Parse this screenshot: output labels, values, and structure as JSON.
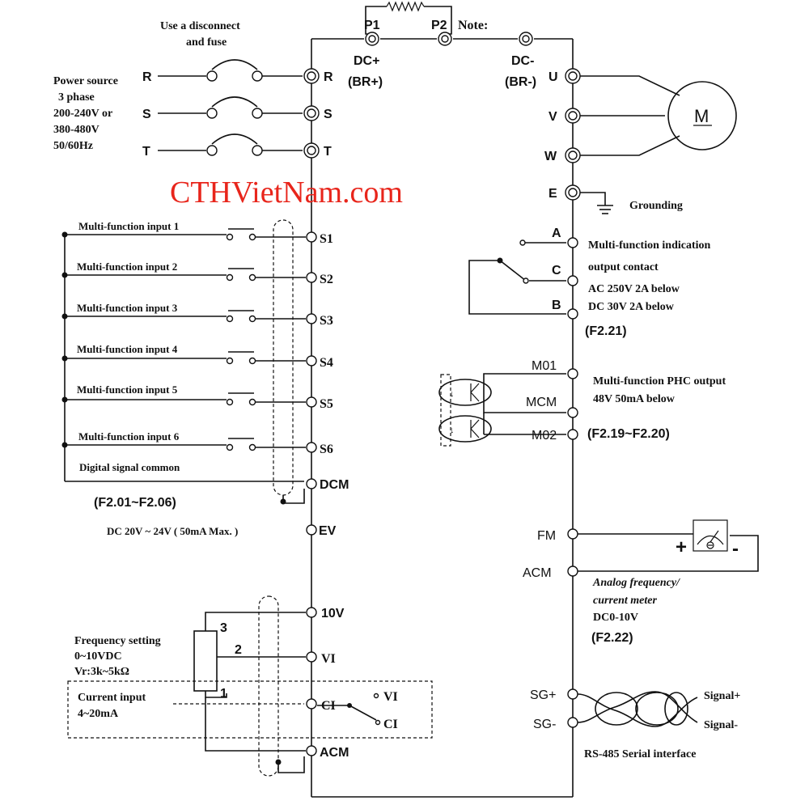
{
  "watermark": "CTHVietNam.com",
  "top": {
    "p1": "P1",
    "p2": "P2",
    "note": "Note:",
    "dc_plus": "DC+",
    "br_plus": "(BR+)",
    "dc_minus": "DC-",
    "br_minus": "(BR-)"
  },
  "power": {
    "disconnect_line1": "Use a disconnect",
    "disconnect_line2": "and fuse",
    "source_lines": [
      "Power source",
      "3 phase",
      "200-240V or",
      "380-480V",
      "50/60Hz"
    ],
    "phases": [
      "R",
      "S",
      "T"
    ]
  },
  "outputs": {
    "u": "U",
    "v": "V",
    "w": "W",
    "e": "E",
    "motor": "M",
    "grounding": "Grounding"
  },
  "inputs": {
    "items": [
      {
        "label": "Multi-function input 1",
        "terminal": "S1"
      },
      {
        "label": "Multi-function input 2",
        "terminal": "S2"
      },
      {
        "label": "Multi-function input 3",
        "terminal": "S3"
      },
      {
        "label": "Multi-function input 4",
        "terminal": "S4"
      },
      {
        "label": "Multi-function input 5",
        "terminal": "S5"
      },
      {
        "label": "Multi-function input 6",
        "terminal": "S6"
      }
    ],
    "common_label": "Digital signal common",
    "dcm": "DCM",
    "param_range": "(F2.01~F2.06)",
    "ev_label": "DC 20V ~ 24V ( 50mA Max. )",
    "ev": "EV"
  },
  "relay": {
    "a": "A",
    "c": "C",
    "b": "B",
    "lines": [
      "Multi-function indication",
      "output contact",
      "AC 250V 2A below",
      "DC 30V 2A below"
    ],
    "param": "(F2.21)"
  },
  "phc": {
    "m01": "M01",
    "mcm": "MCM",
    "m02": "M02",
    "lines": [
      "Multi-function PHC output",
      "48V 50mA below"
    ],
    "param": "(F2.19~F2.20)"
  },
  "meter": {
    "fm": "FM",
    "acm": "ACM",
    "plus": "+",
    "minus": "-",
    "lines": [
      "Analog frequency/",
      "current meter",
      "DC0-10V"
    ],
    "param": "(F2.22)"
  },
  "analog": {
    "v10": "10V",
    "vi": "VI",
    "ci": "CI",
    "acm": "ACM",
    "freq_lines": [
      "Frequency setting",
      "0~10VDC",
      "Vr:3k~5kΩ"
    ],
    "current_lines": [
      "Current input",
      "4~20mA"
    ],
    "pot_pins": [
      "3",
      "2",
      "1"
    ],
    "switch_vi": "VI",
    "switch_ci": "CI"
  },
  "rs485": {
    "sg_plus": "SG+",
    "sg_minus": "SG-",
    "signal_plus": "Signal+",
    "signal_minus": "Signal-",
    "label": "RS-485 Serial interface"
  }
}
